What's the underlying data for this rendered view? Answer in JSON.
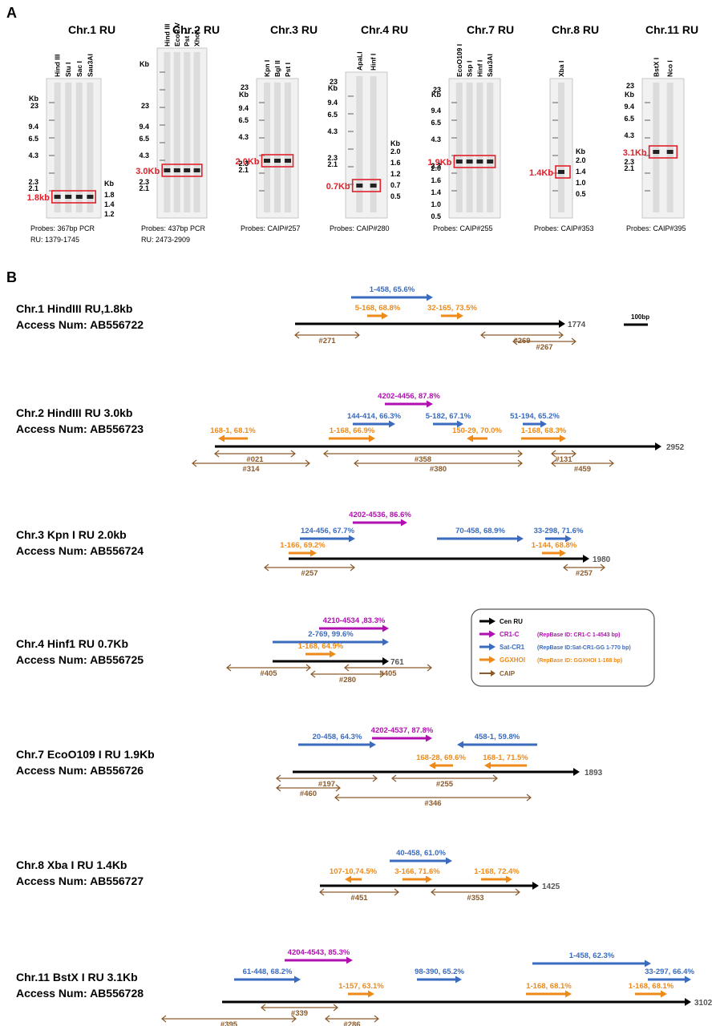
{
  "panel_a": {
    "letter": "A",
    "gels": [
      {
        "title": "Chr.1 RU",
        "lanes": [
          "Hind III",
          "Stu I",
          "Sac I",
          "Sau3AI"
        ],
        "kb_label": "Kb",
        "left_ladder": [
          "23",
          "9.4",
          "6.5",
          "4.3",
          "2.3",
          "2.1"
        ],
        "right_label": "Kb",
        "right_ladder": [
          "1.8",
          "1.4",
          "1.2"
        ],
        "result": "1.8kb",
        "probe": [
          "Probes: 367bp PCR",
          "RU: 1379-1745"
        ]
      },
      {
        "title": "Chr.2 RU",
        "lanes": [
          "Hind III",
          "EcoR V",
          "Pst I",
          "Xho I"
        ],
        "kb_label": "Kb",
        "left_ladder": [
          "23",
          "9.4",
          "6.5",
          "4.3",
          "2.3",
          "2.1"
        ],
        "right_label": "",
        "right_ladder": [],
        "result": "3.0Kb",
        "probe": [
          "Probes: 437bp PCR",
          "RU: 2473-2909"
        ]
      },
      {
        "title": "Chr.3 RU",
        "lanes": [
          "Kpn I",
          "Bgl II",
          "Pst I"
        ],
        "kb_label": "Kb",
        "left_ladder": [
          "23",
          "9.4",
          "6.5",
          "4.3",
          "2.3",
          "2.1"
        ],
        "right_label": "",
        "right_ladder": [],
        "result": "2.0Kb",
        "probe": [
          "Probes: CAIP#257"
        ]
      },
      {
        "title": "Chr.4 RU",
        "lanes": [
          "ApaLI",
          "Hinf I"
        ],
        "kb_label": "Kb",
        "left_ladder": [
          "23",
          "9.4",
          "6.5",
          "4.3",
          "2.3",
          "2.1"
        ],
        "right_label": "Kb",
        "right_ladder": [
          "2.0",
          "1.6",
          "1.2",
          "0.7",
          "0.5"
        ],
        "result": "0.7Kb",
        "probe": [
          "Probes: CAIP#280"
        ]
      },
      {
        "title": "Chr.7 RU",
        "lanes": [
          "EcoO109 I",
          "Ssp I",
          "Hinf I",
          "Sau3AI"
        ],
        "kb_label": "Kb",
        "left_ladder": [
          "23",
          "9.4",
          "6.5",
          "4.3",
          "2.3",
          "2.0",
          "1.6",
          "1.4",
          "1.0",
          "0.5"
        ],
        "right_label": "",
        "right_ladder": [],
        "result": "1.9Kb",
        "probe": [
          "Probes: CAIP#255"
        ]
      },
      {
        "title": "Chr.8 RU",
        "lanes": [
          "Xba I"
        ],
        "kb_label": "",
        "left_ladder": [],
        "right_label": "Kb",
        "right_ladder": [
          "2.0",
          "1.4",
          "1.0",
          "0.5"
        ],
        "result": "1.4Kb",
        "probe": [
          "Probes: CAIP#353"
        ]
      },
      {
        "title": "Chr.11 RU",
        "lanes": [
          "BstX I",
          "Nco I"
        ],
        "kb_label": "Kb",
        "left_ladder": [
          "23",
          "9.4",
          "6.5",
          "4.3",
          "2.3",
          "2.1"
        ],
        "right_label": "",
        "right_ladder": [],
        "result": "3.1Kb",
        "probe": [
          "Probes: CAIP#395"
        ]
      }
    ]
  },
  "panel_b": {
    "letter": "B",
    "scale_label": "100bp",
    "legend": [
      {
        "symbol": "Cen RU",
        "desc": "",
        "color": "#000000"
      },
      {
        "symbol": "CR1-C",
        "desc": "(RepBase ID: CR1-C 1-4543 bp)",
        "color": "#b010b0"
      },
      {
        "symbol": "Sat-CR1",
        "desc": "(RepBase ID:Sat-CR1-GG 1-770 bp)",
        "color": "#3a6bbf"
      },
      {
        "symbol": "GGXHOI",
        "desc": "(RepBase ID: GGXHOI 1-168 bp)",
        "color": "#ee8a1a"
      },
      {
        "symbol": "CAIP",
        "desc": "",
        "color": "#8b5a2b"
      }
    ],
    "colors": {
      "cen": "#000000",
      "cr1": "#b010b0",
      "sat": "#3a6bbf",
      "ggx": "#ee8a1a",
      "caip": "#8b5a2b",
      "len": "#555555"
    },
    "maps": [
      {
        "title": "Chr.1 HindIII RU,1.8kb",
        "access": "Access Num: AB556722",
        "length": "1774",
        "features": [
          {
            "type": "sat",
            "label": "1-458, 65.6%"
          },
          {
            "type": "ggx",
            "label": "5-168, 68.8%"
          },
          {
            "type": "ggx",
            "label": "32-165, 73.5%"
          },
          {
            "type": "caip",
            "label": "#271"
          },
          {
            "type": "caip",
            "label": "#269"
          },
          {
            "type": "caip",
            "label": "#267"
          }
        ]
      },
      {
        "title": "Chr.2 HindIII RU 3.0kb",
        "access": "Access Num: AB556723",
        "length": "2952",
        "features": [
          {
            "type": "cr1",
            "label": "4202-4456, 87.8%"
          },
          {
            "type": "sat",
            "label": "144-414, 66.3%"
          },
          {
            "type": "sat",
            "label": "5-182, 67.1%"
          },
          {
            "type": "sat",
            "label": "51-194, 65.2%"
          },
          {
            "type": "ggx",
            "label": "168-1, 68.1%"
          },
          {
            "type": "ggx",
            "label": "1-168, 66.9%"
          },
          {
            "type": "ggx",
            "label": "150-29, 70.0%"
          },
          {
            "type": "ggx",
            "label": "1-168, 68.3%"
          },
          {
            "type": "caip",
            "label": "#021"
          },
          {
            "type": "caip",
            "label": "#314"
          },
          {
            "type": "caip",
            "label": "#358"
          },
          {
            "type": "caip",
            "label": "#380"
          },
          {
            "type": "caip",
            "label": "#131"
          },
          {
            "type": "caip",
            "label": "#459"
          }
        ]
      },
      {
        "title": "Chr.3 Kpn I RU 2.0kb",
        "access": "Access Num: AB556724",
        "length": "1980",
        "features": [
          {
            "type": "cr1",
            "label": "4202-4536, 86.6%"
          },
          {
            "type": "sat",
            "label": "124-456, 67.7%"
          },
          {
            "type": "sat",
            "label": "70-458, 68.9%"
          },
          {
            "type": "sat",
            "label": "33-298, 71.6%"
          },
          {
            "type": "ggx",
            "label": "1-166, 69.2%"
          },
          {
            "type": "ggx",
            "label": "1-144, 68.8%"
          },
          {
            "type": "caip",
            "label": "#257"
          },
          {
            "type": "caip",
            "label": "#257"
          }
        ]
      },
      {
        "title": "Chr.4 Hinf1 RU 0.7Kb",
        "access": "Access Num: AB556725",
        "length": "761",
        "features": [
          {
            "type": "cr1",
            "label": "4210-4534 ,83.3%"
          },
          {
            "type": "sat",
            "label": "2-769, 99.6%"
          },
          {
            "type": "ggx",
            "label": "1-168, 64.9%"
          },
          {
            "type": "caip",
            "label": "#405"
          },
          {
            "type": "caip",
            "label": "#280"
          },
          {
            "type": "caip",
            "label": "#405"
          }
        ]
      },
      {
        "title": "Chr.7 EcoO109 I RU 1.9Kb",
        "access": "Access Num: AB556726",
        "length": "1893",
        "features": [
          {
            "type": "sat",
            "label": "20-458, 64.3%"
          },
          {
            "type": "cr1",
            "label": "4202-4537, 87.8%"
          },
          {
            "type": "sat",
            "label": "458-1, 59.8%"
          },
          {
            "type": "ggx",
            "label": "168-28, 69.6%"
          },
          {
            "type": "ggx",
            "label": "168-1, 71.5%"
          },
          {
            "type": "caip",
            "label": "#197"
          },
          {
            "type": "caip",
            "label": "#255"
          },
          {
            "type": "caip",
            "label": "#460"
          },
          {
            "type": "caip",
            "label": "#346"
          }
        ]
      },
      {
        "title": "Chr.8 Xba I  RU 1.4Kb",
        "access": "Access Num: AB556727",
        "length": "1425",
        "features": [
          {
            "type": "sat",
            "label": "40-458, 61.0%"
          },
          {
            "type": "ggx",
            "label": "107-10,74.5%"
          },
          {
            "type": "ggx",
            "label": "3-166, 71.6%"
          },
          {
            "type": "ggx",
            "label": "1-168, 72.4%"
          },
          {
            "type": "caip",
            "label": "#451"
          },
          {
            "type": "caip",
            "label": "#353"
          }
        ]
      },
      {
        "title": "Chr.11 BstX I  RU 3.1Kb",
        "access": "Access Num: AB556728",
        "length": "3102",
        "features": [
          {
            "type": "cr1",
            "label": "4204-4543, 85.3%"
          },
          {
            "type": "sat",
            "label": "61-448, 68.2%"
          },
          {
            "type": "sat",
            "label": "98-390, 65.2%"
          },
          {
            "type": "sat",
            "label": "1-458, 62.3%"
          },
          {
            "type": "sat",
            "label": "33-297, 66.4%"
          },
          {
            "type": "ggx",
            "label": "1-157, 63.1%"
          },
          {
            "type": "ggx",
            "label": "1-168, 68.1%"
          },
          {
            "type": "ggx",
            "label": "1-168, 68.1%"
          },
          {
            "type": "caip",
            "label": "#339"
          },
          {
            "type": "caip",
            "label": "#395"
          },
          {
            "type": "caip",
            "label": "#286"
          }
        ]
      }
    ]
  }
}
